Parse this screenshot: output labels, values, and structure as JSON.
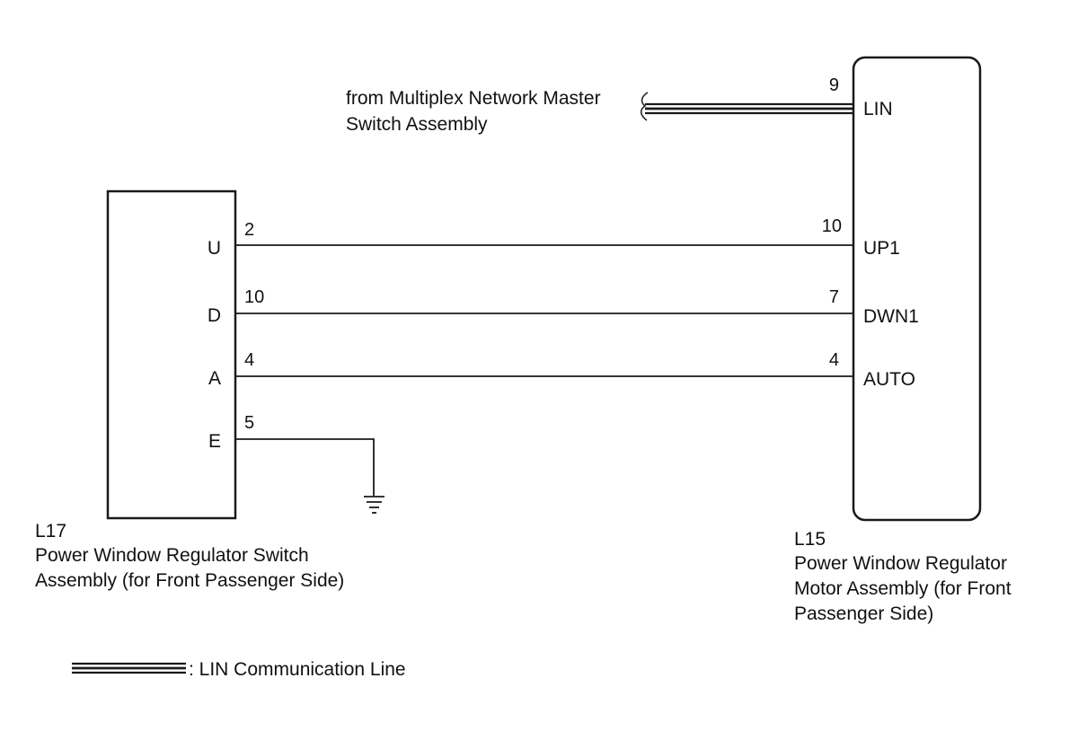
{
  "lin_source": {
    "line1": "from Multiplex Network Master",
    "line2": "Switch Assembly"
  },
  "switch": {
    "code": "L17",
    "name_line1": "Power Window Regulator Switch",
    "name_line2": "Assembly (for Front Passenger Side)",
    "terminals": [
      {
        "name": "U",
        "pin": "2"
      },
      {
        "name": "D",
        "pin": "10"
      },
      {
        "name": "A",
        "pin": "4"
      },
      {
        "name": "E",
        "pin": "5"
      }
    ]
  },
  "motor": {
    "code": "L15",
    "name_line1": "Power Window Regulator",
    "name_line2": "Motor Assembly (for Front",
    "name_line3": "Passenger Side)",
    "terminals": [
      {
        "name": "LIN",
        "pin": "9"
      },
      {
        "name": "UP1",
        "pin": "10"
      },
      {
        "name": "DWN1",
        "pin": "7"
      },
      {
        "name": "AUTO",
        "pin": "4"
      }
    ]
  },
  "legend": {
    "text": ": LIN Communication Line"
  }
}
